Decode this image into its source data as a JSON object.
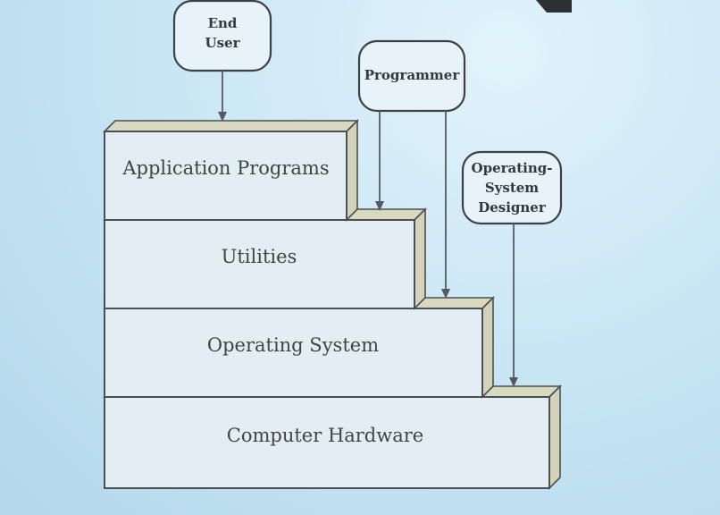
{
  "layers": [
    {
      "id": "application-programs",
      "label": "Application Programs"
    },
    {
      "id": "utilities",
      "label": "Utilities"
    },
    {
      "id": "operating-system",
      "label": "Operating System"
    },
    {
      "id": "computer-hardware",
      "label": "Computer Hardware"
    }
  ],
  "users": {
    "end_user": {
      "line1": "End",
      "line2": "User"
    },
    "programmer": {
      "line1": "Programmer"
    },
    "os_designer": {
      "line1": "Operating-",
      "line2": "System",
      "line3": "Designer"
    }
  }
}
